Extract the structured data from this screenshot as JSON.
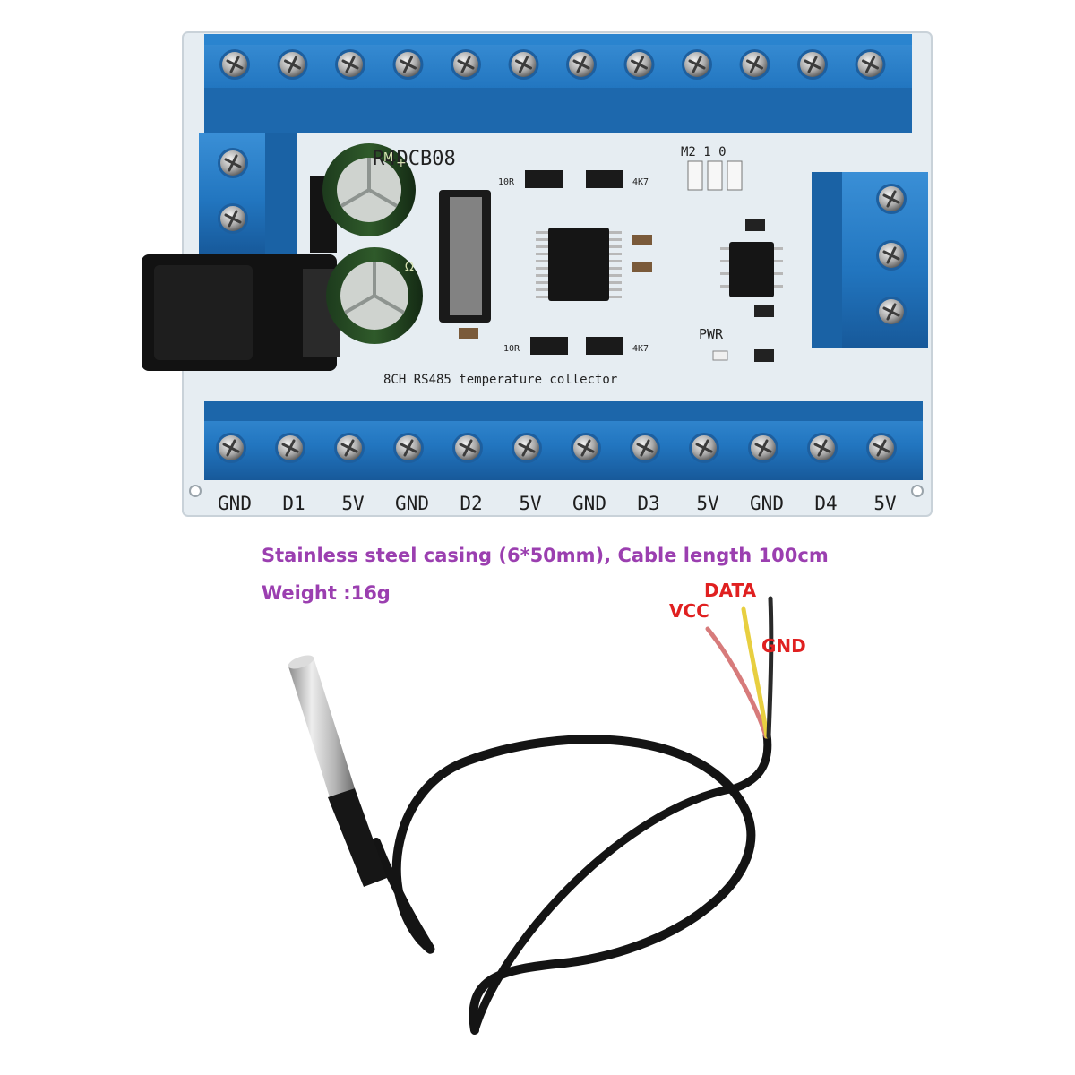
{
  "board": {
    "model": "R4DCB08",
    "title": "8CH RS485 temperature collector",
    "pwr_label": "PWR",
    "mode_label": "M2 1 0",
    "resistor_labels": [
      "10R",
      "4K7",
      "10R",
      "4K7"
    ],
    "capacitor_marks": [
      "+",
      "M",
      "Ω"
    ],
    "bottom_terminal_labels": [
      "GND",
      "D1",
      "5V",
      "GND",
      "D2",
      "5V",
      "GND",
      "D3",
      "5V",
      "GND",
      "D4",
      "5V"
    ]
  },
  "captions": {
    "line1": "Stainless steel casing (6*50mm), Cable length 100cm",
    "line2": "Weight :16g"
  },
  "wires": {
    "data": "DATA",
    "vcc": "VCC",
    "gnd": "GND"
  },
  "colors": {
    "pcb": "#e8eef3",
    "terminal_blue": "#2479c4",
    "caption_purple": "#9b3fb0",
    "wire_label_red": "#e02020",
    "probe_steel": "#c9c9c9",
    "cable_black": "#111111"
  }
}
